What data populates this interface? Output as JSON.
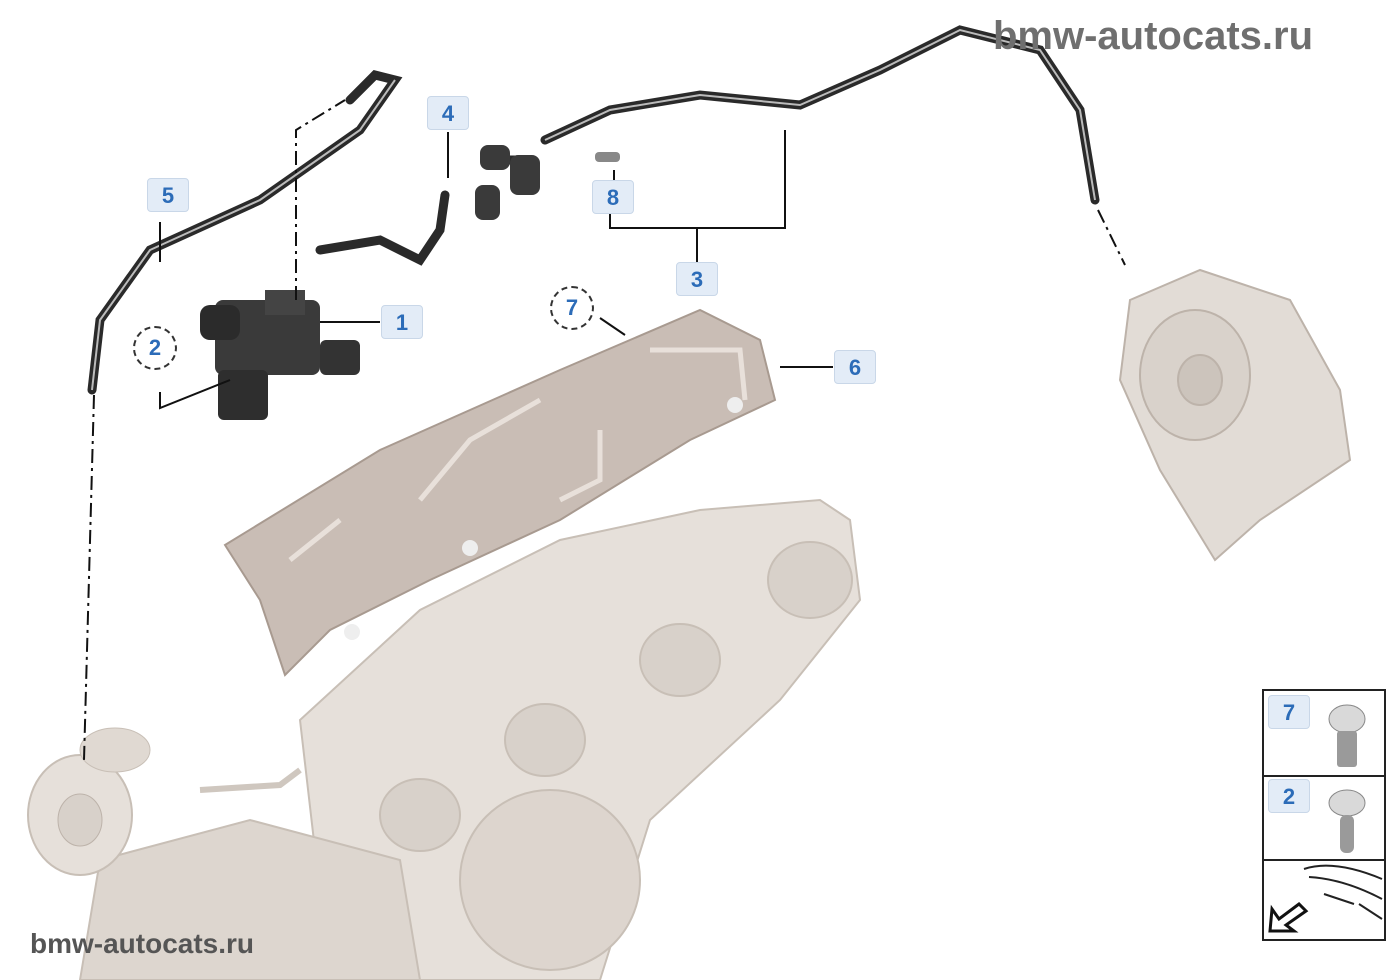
{
  "watermark": {
    "top": "bmw-autocats.ru",
    "bottom": "bmw-autocats.ru"
  },
  "callouts": {
    "c1": "1",
    "c2": "2",
    "c3": "3",
    "c4": "4",
    "c5": "5",
    "c6": "6",
    "c7": "7",
    "c8": "8"
  },
  "legend": {
    "items": [
      {
        "number": "7",
        "part": "screw-icon"
      },
      {
        "number": "2",
        "part": "screw-icon"
      }
    ],
    "orientation": "front-of-vehicle-arrow-icon"
  },
  "colors": {
    "callout_text": "#2c6cb8",
    "callout_bg": "#e3ecf7",
    "hose": "#2a2a2a",
    "shield": "#c9bdb5",
    "manifold": "#e4ded8"
  }
}
